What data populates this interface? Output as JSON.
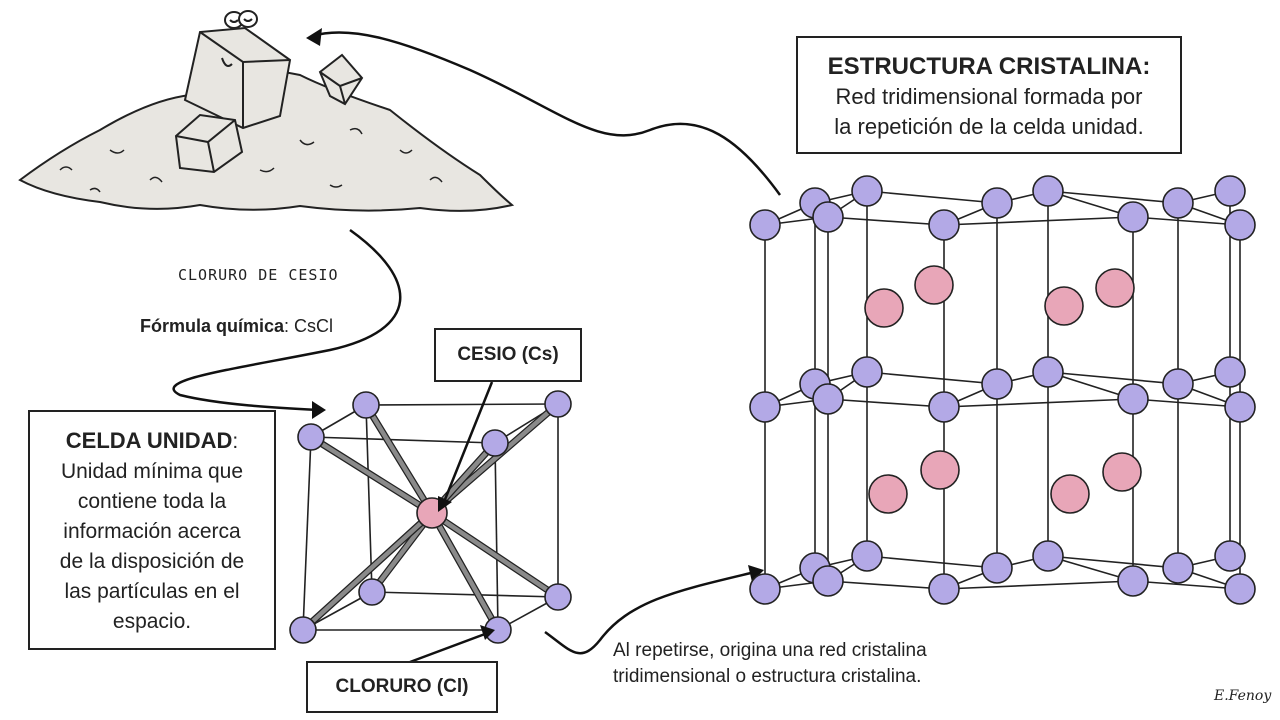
{
  "estructura_box": {
    "title": "ESTRUCTURA CRISTALINA:",
    "line1": "Red tridimensional formada por",
    "line2": "la repetición de la celda unidad."
  },
  "salt_caption": "CLORURO DE CESIO",
  "formula": {
    "label": "Fórmula química",
    "value": ": CsCl"
  },
  "celda_box": {
    "title": "CELDA UNIDAD",
    "title_suffix": ":",
    "lines": [
      "Unidad mínima que",
      "contiene toda la",
      "información acerca",
      "de la disposición de",
      "las partículas  en el",
      "espacio."
    ]
  },
  "cesio_label": "CESIO (Cs)",
  "cloruro_label": "CLORURO (Cl)",
  "repeat_note": {
    "line1": "Al repetirse, origina una red cristalina",
    "line2": "tridimensional o estructura cristalina."
  },
  "signature": "E.Fenoy",
  "colors": {
    "chloride": "#b3a9e6",
    "cesium": "#e8a6b8",
    "salt_pile": "#e8e6e1",
    "outline": "#222222",
    "bond": "#8a8a8a"
  }
}
